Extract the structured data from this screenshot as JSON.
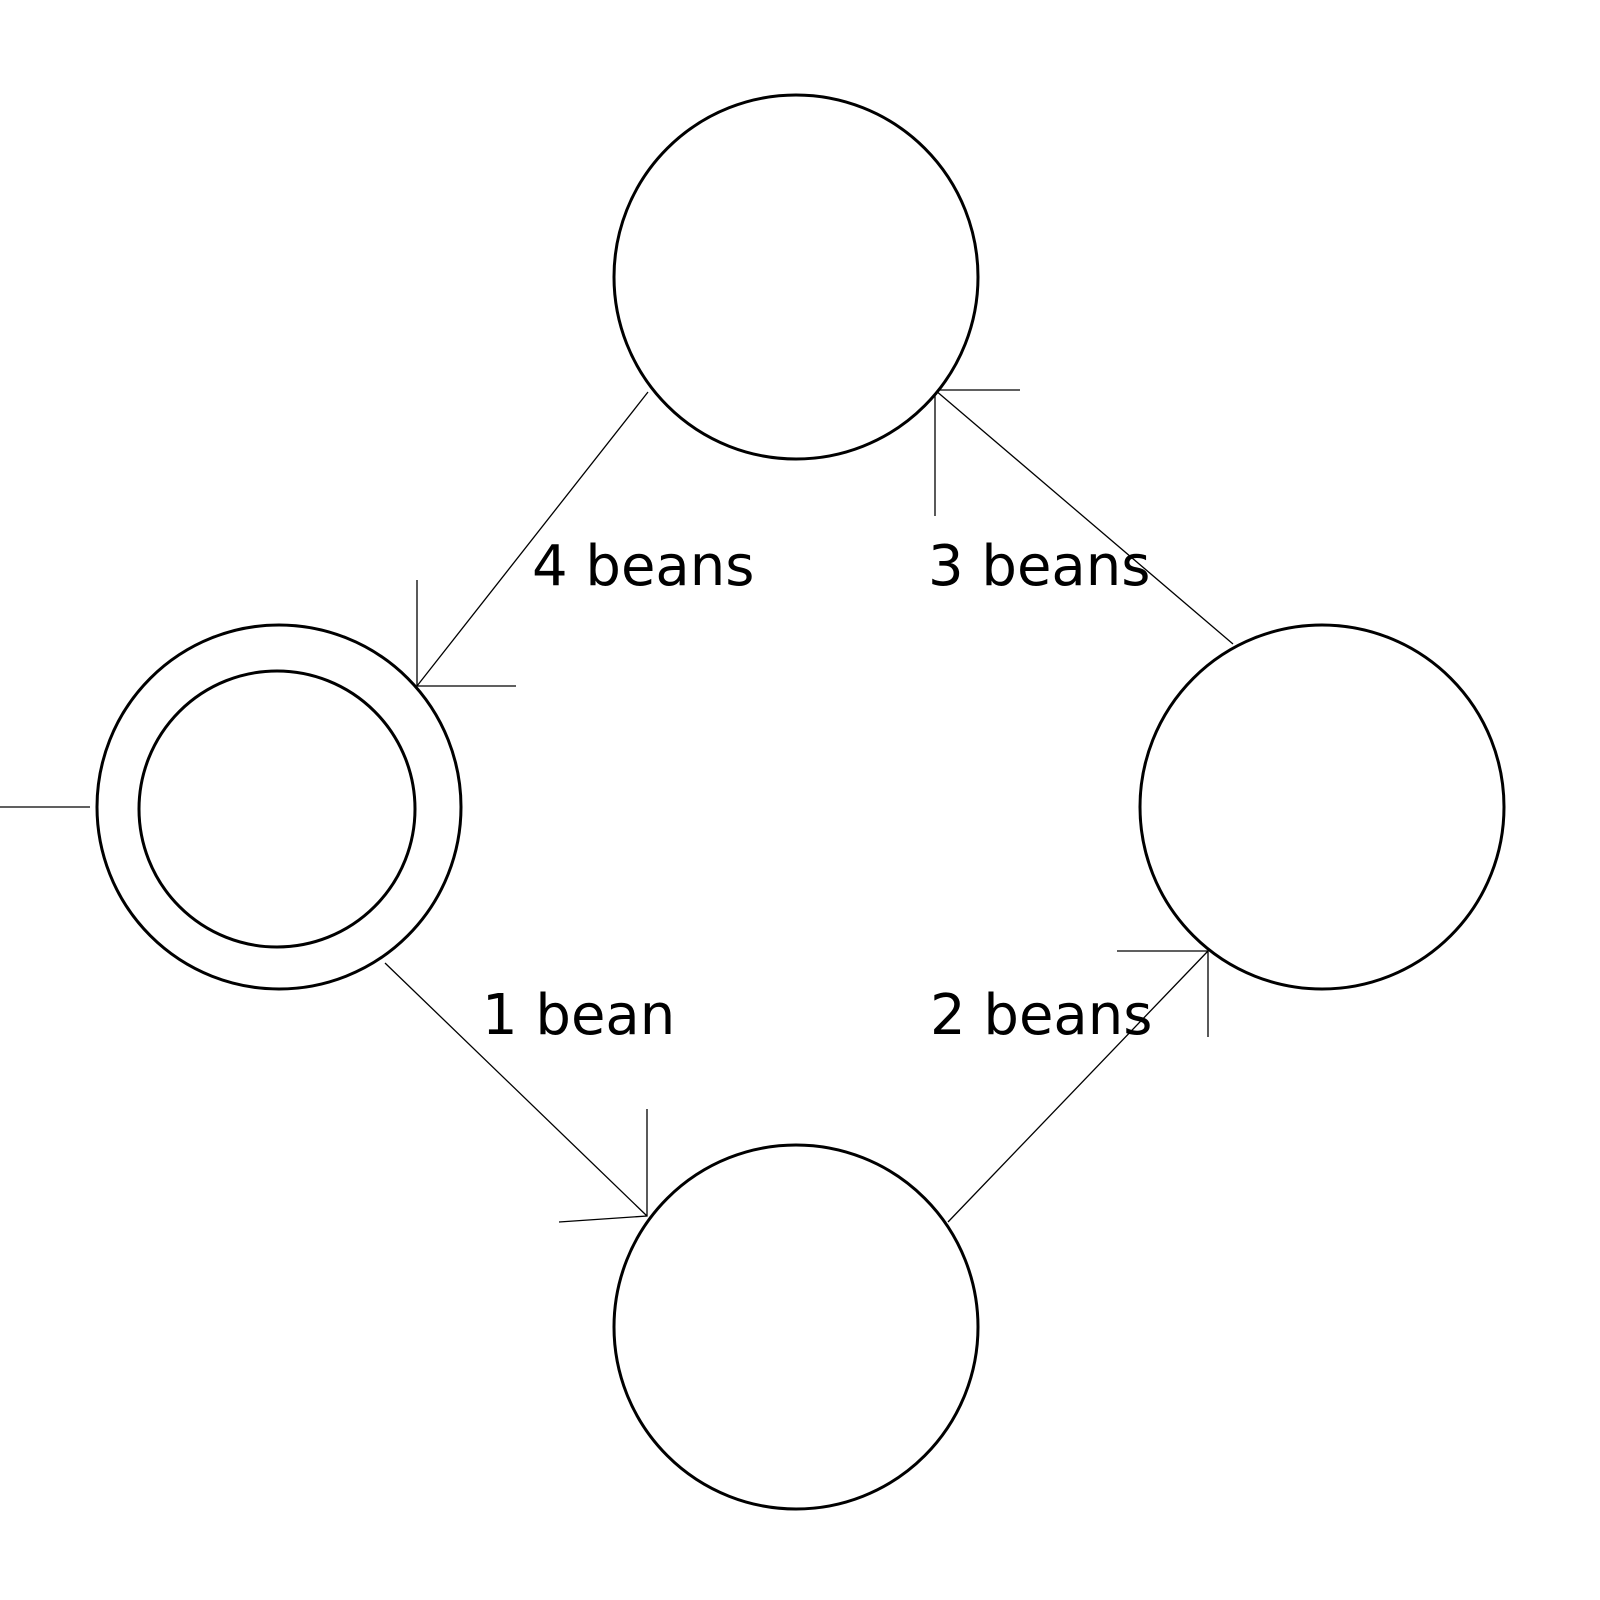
{
  "diagram": {
    "nodes": [
      {
        "id": "top",
        "accepting": false
      },
      {
        "id": "left",
        "accepting": true,
        "initial": true
      },
      {
        "id": "right",
        "accepting": false
      },
      {
        "id": "bottom",
        "accepting": false
      }
    ],
    "edges": [
      {
        "from": "top",
        "to": "left",
        "label": "4 beans"
      },
      {
        "from": "right",
        "to": "top",
        "label": "3 beans"
      },
      {
        "from": "left",
        "to": "bottom",
        "label": "1 bean"
      },
      {
        "from": "bottom",
        "to": "right",
        "label": "2 beans"
      }
    ]
  },
  "colors": {
    "stroke": "#000000",
    "background": "#ffffff"
  }
}
